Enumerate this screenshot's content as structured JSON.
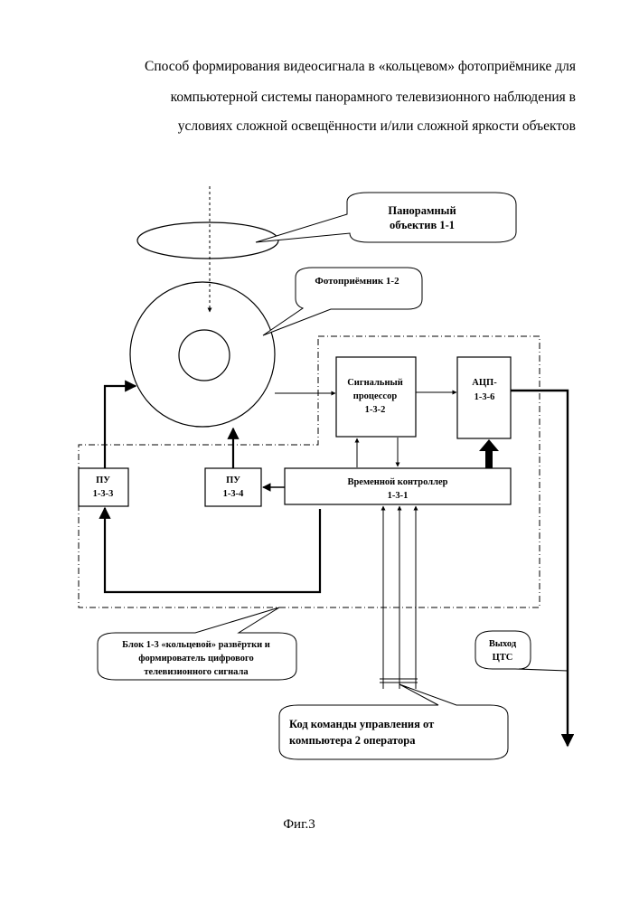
{
  "title": [
    "Способ формирования видеосигнала в «кольцевом» фотоприёмнике для",
    "компьютерной  системы панорамного телевизионного наблюдения в",
    "условиях сложной освещённости и/или сложной яркости объектов"
  ],
  "labels": {
    "lens_1": "Панорамный",
    "lens_2": "объектив 1-1",
    "photodetector": "Фотоприёмник 1-2",
    "signal_processor_1": "Сигнальный",
    "signal_processor_2": "процессор",
    "signal_processor_3": "1-3-2",
    "adc_1": "АЦП-",
    "adc_2": "1-3-6",
    "timing_controller_1": "Временной контроллер",
    "timing_controller_2": "1-3-1",
    "pu133_1": "ПУ",
    "pu133_2": "1-3-3",
    "pu134_1": "ПУ",
    "pu134_2": "1-3-4",
    "block_1": "Блок 1-3 «кольцевой» развёртки и",
    "block_2": "формирователь цифрового",
    "block_3": "телевизионного сигнала",
    "output_1": "Выход",
    "output_2": "ЦТС",
    "command_1": "Код команды управления от",
    "command_2": "компьютера 2 оператора"
  },
  "caption": "Фиг.3"
}
